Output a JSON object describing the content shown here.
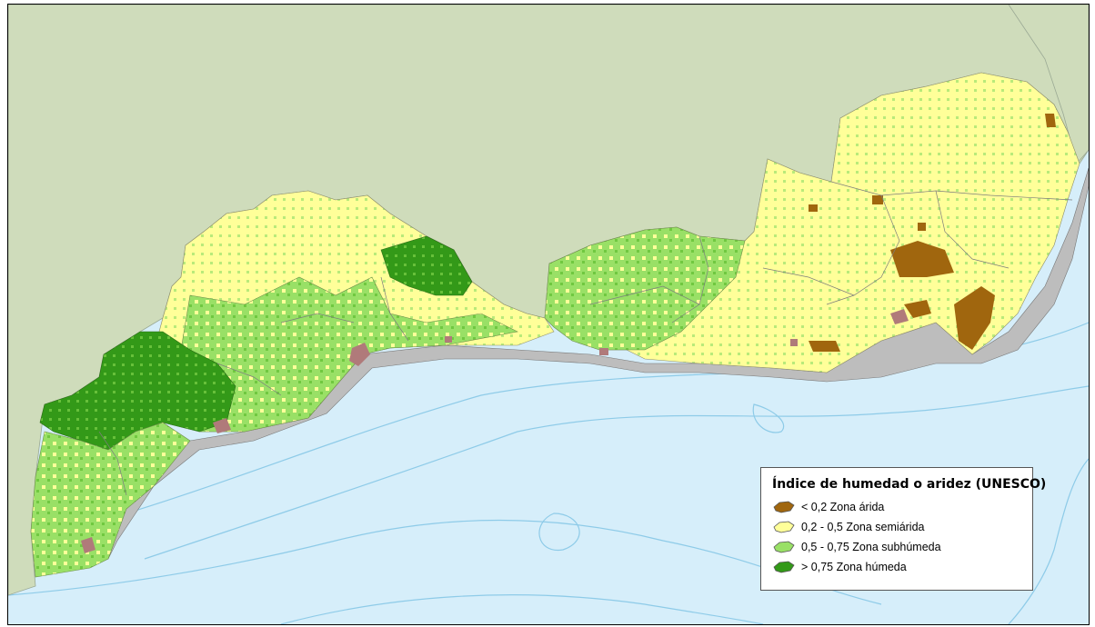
{
  "legend": {
    "title": "Índice de humedad o aridez (UNESCO)",
    "items": [
      {
        "label": "< 0,2 Zona árida",
        "color": "#a0660e"
      },
      {
        "label": "0,2 - 0,5 Zona semiárida",
        "color": "#ffff99"
      },
      {
        "label": "0,5 - 0,75 Zona subhúmeda",
        "color": "#99e066"
      },
      {
        "label": "> 0,75 Zona húmeda",
        "color": "#339918"
      }
    ]
  },
  "colors": {
    "land_outside": "#cfdcbb",
    "sea": "#d6eefa",
    "coastal_strip": "#bdbdbd",
    "urban": "#b07a7a",
    "bathymetry_lines": "#8ecbe8"
  }
}
